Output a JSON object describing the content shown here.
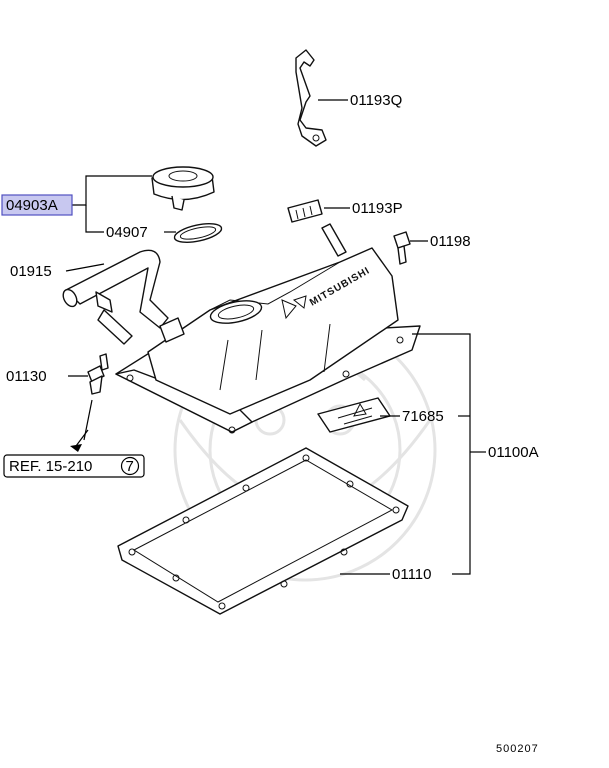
{
  "parts": {
    "p01193Q": "01193Q",
    "p04903A": "04903A",
    "p01193P": "01193P",
    "p04907": "04907",
    "p01198": "01198",
    "p01915": "01915",
    "p01130": "01130",
    "p71685": "71685",
    "p01100A": "01100A",
    "p01110": "01110"
  },
  "reference": {
    "label": "REF. 15-210",
    "circled": "7"
  },
  "cover_text": "MITSUBISHI",
  "diagram_code": "500207",
  "colors": {
    "selected_fill": "#c8c8f0",
    "selected_border": "#5050c0"
  }
}
